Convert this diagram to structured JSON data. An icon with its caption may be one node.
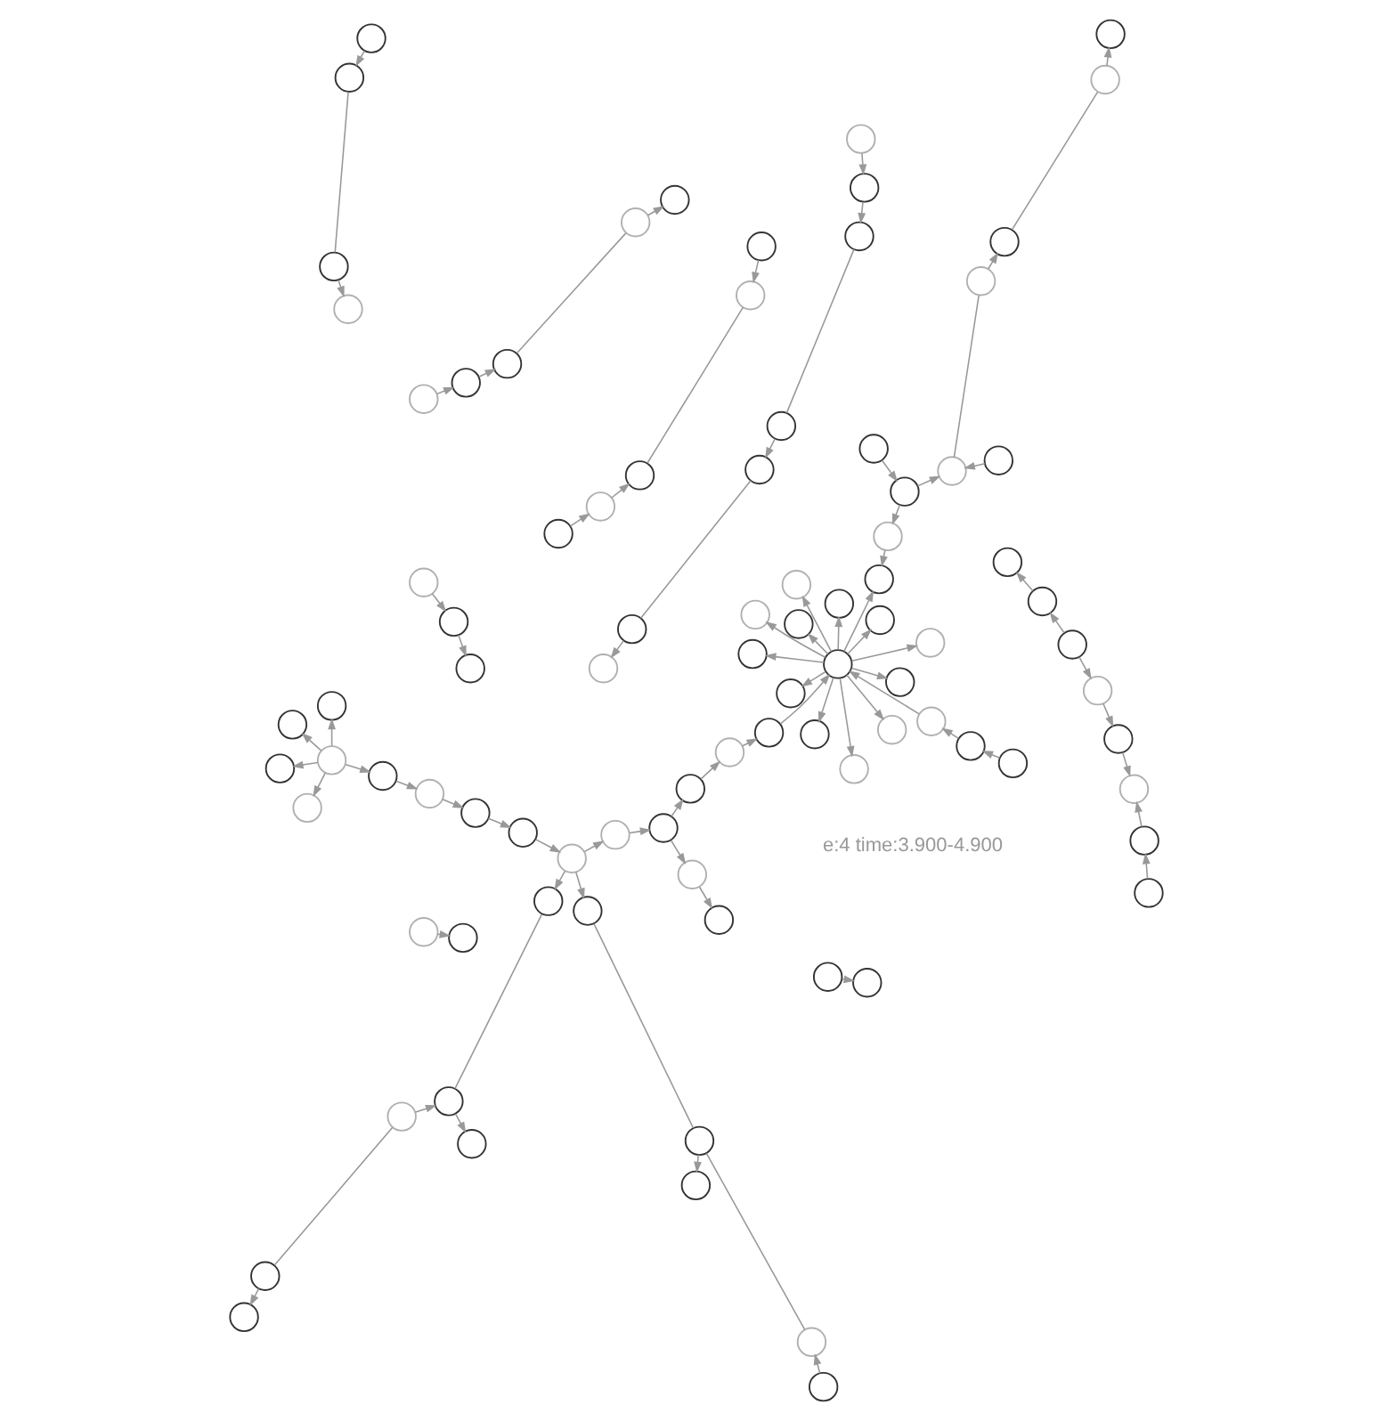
{
  "diagram": {
    "nodes": [
      {
        "text": [],
        "shape": "circle"
      },
      {
        "text": [],
        "shape": "circle"
      },
      {
        "text": [],
        "shape": "circle"
      },
      {
        "text": [],
        "shape": "circle"
      },
      {
        "text": [],
        "shape": "circle"
      },
      {
        "text": [],
        "shape": "circle"
      },
      {
        "text": [],
        "shape": "circle"
      },
      {
        "text": [],
        "shape": "circle"
      },
      {
        "text": [],
        "shape": "circle"
      },
      {
        "text": [],
        "shape": "circle"
      },
      {
        "text": [],
        "shape": "circle"
      },
      {
        "text": [],
        "shape": "circle"
      },
      {
        "text": [],
        "shape": "circle"
      },
      {
        "text": [],
        "shape": "circle"
      },
      {
        "text": [],
        "shape": "circle"
      },
      {
        "text": [],
        "shape": "circle"
      },
      {
        "text": [],
        "shape": "circle"
      },
      {
        "text": [],
        "shape": "circle"
      },
      {
        "text": [],
        "shape": "circle"
      },
      {
        "text": [],
        "shape": "circle"
      },
      {
        "text": [],
        "shape": "circle"
      },
      {
        "text": [],
        "shape": "circle"
      },
      {
        "text": [],
        "shape": "circle"
      },
      {
        "text": [],
        "shape": "circle"
      },
      {
        "text": [],
        "shape": "circle"
      },
      {
        "text": [],
        "shape": "circle"
      },
      {
        "text": [],
        "shape": "circle"
      },
      {
        "text": [],
        "shape": "circle"
      },
      {
        "text": [],
        "shape": "circle"
      },
      {
        "text": [],
        "shape": "circle"
      },
      {
        "text": [],
        "shape": "circle"
      },
      {
        "text": [],
        "shape": "circle"
      },
      {
        "text": [],
        "shape": "circle"
      },
      {
        "text": [],
        "shape": "circle"
      },
      {
        "text": [],
        "shape": "circle"
      },
      {
        "text": [],
        "shape": "circle"
      },
      {
        "text": [],
        "shape": "circle"
      },
      {
        "text": [],
        "shape": "circle"
      },
      {
        "text": [],
        "shape": "circle"
      },
      {
        "text": [],
        "shape": "circle"
      },
      {
        "text": [],
        "shape": "circle"
      },
      {
        "text": [],
        "shape": "circle"
      },
      {
        "text": [],
        "shape": "circle"
      },
      {
        "text": [],
        "shape": "circle"
      },
      {
        "text": [],
        "shape": "circle"
      },
      {
        "text": [],
        "shape": "circle"
      },
      {
        "text": [],
        "shape": "circle"
      },
      {
        "text": [],
        "shape": "circle"
      },
      {
        "text": [],
        "shape": "circle"
      },
      {
        "text": [],
        "shape": "circle"
      },
      {
        "text": [],
        "shape": "circle"
      },
      {
        "text": [],
        "shape": "circle"
      },
      {
        "text": [],
        "shape": "circle"
      },
      {
        "text": [],
        "shape": "circle"
      },
      {
        "text": [],
        "shape": "circle"
      },
      {
        "text": [],
        "shape": "circle"
      },
      {
        "text": [],
        "shape": "circle"
      },
      {
        "text": [],
        "shape": "circle"
      },
      {
        "text": [],
        "shape": "circle"
      },
      {
        "text": [],
        "shape": "circle"
      },
      {
        "text": [],
        "shape": "circle"
      },
      {
        "text": [],
        "shape": "circle"
      },
      {
        "text": [],
        "shape": "circle"
      },
      {
        "text": [],
        "shape": "circle"
      },
      {
        "text": [],
        "shape": "circle"
      },
      {
        "text": [],
        "shape": "circle"
      },
      {
        "text": [],
        "shape": "circle"
      },
      {
        "text": [],
        "shape": "circle"
      },
      {
        "text": [],
        "shape": "circle"
      },
      {
        "text": [],
        "shape": "circle"
      },
      {
        "text": [],
        "shape": "circle"
      },
      {
        "text": [],
        "shape": "circle"
      },
      {
        "text": [],
        "shape": "circle"
      },
      {
        "text": [],
        "shape": "circle"
      },
      {
        "text": [],
        "shape": "circle"
      },
      {
        "text": [],
        "shape": "circle"
      },
      {
        "text": [],
        "shape": "circle"
      },
      {
        "text": [],
        "shape": "circle"
      },
      {
        "text": [],
        "shape": "circle"
      },
      {
        "text": [],
        "shape": "circle"
      },
      {
        "text": [],
        "shape": "circle"
      },
      {
        "text": [],
        "shape": "circle"
      },
      {
        "text": [],
        "shape": "circle"
      },
      {
        "text": [],
        "shape": "circle"
      },
      {
        "text": [],
        "shape": "circle"
      },
      {
        "text": [],
        "shape": "circle"
      },
      {
        "text": [],
        "shape": "circle"
      },
      {
        "text": [],
        "shape": "circle"
      },
      {
        "text": [],
        "shape": "circle"
      },
      {
        "text": [],
        "shape": "circle"
      }
    ],
    "edges": [
      {
        "from": 0,
        "to": 1,
        "arrow": "to"
      },
      {
        "from": 2,
        "to": 3,
        "arrow": "to"
      },
      {
        "from": 3,
        "to": 4,
        "arrow": "to"
      },
      {
        "from": 5,
        "to": 6,
        "arrow": "to"
      },
      {
        "from": 7,
        "to": 8,
        "arrow": "to"
      },
      {
        "from": 8,
        "to": 9,
        "arrow": "to"
      },
      {
        "from": 10,
        "to": 11,
        "arrow": "to"
      },
      {
        "from": 12,
        "to": 13,
        "arrow": "to"
      },
      {
        "from": 14,
        "to": 15,
        "arrow": "to"
      },
      {
        "from": 15,
        "to": 16,
        "arrow": "to"
      },
      {
        "from": 17,
        "to": 18,
        "arrow": "to"
      },
      {
        "from": 19,
        "to": 20,
        "arrow": "to"
      },
      {
        "from": 21,
        "to": 22,
        "arrow": "to"
      },
      {
        "from": 23,
        "to": 24,
        "arrow": "to"
      },
      {
        "from": 24,
        "to": 25,
        "arrow": "to"
      },
      {
        "from": 26,
        "to": 27,
        "arrow": "to"
      },
      {
        "from": 28,
        "to": 29,
        "arrow": "to"
      },
      {
        "from": 30,
        "to": 31,
        "arrow": "to"
      },
      {
        "from": 32,
        "to": 33,
        "arrow": "to"
      },
      {
        "from": 33,
        "to": 34,
        "arrow": "to"
      },
      {
        "from": 35,
        "to": 36,
        "arrow": "to"
      },
      {
        "from": 37,
        "to": 38,
        "arrow": "to"
      },
      {
        "from": 39,
        "to": 40,
        "arrow": "to"
      },
      {
        "from": 41,
        "to": 42,
        "arrow": "to"
      },
      {
        "from": 43,
        "to": 44,
        "arrow": "to"
      },
      {
        "from": 45,
        "to": 46,
        "arrow": "to"
      },
      {
        "from": 46,
        "to": 47,
        "arrow": "to"
      },
      {
        "from": 0,
        "to": 25,
        "arrow": "none"
      },
      {
        "from": 2,
        "to": 30,
        "arrow": "none"
      },
      {
        "from": 5,
        "to": 20,
        "arrow": "none"
      },
      {
        "from": 9,
        "to": 38,
        "arrow": "none"
      },
      {
        "from": 12,
        "to": 44,
        "arrow": "none"
      },
      {
        "from": 16,
        "to": 41,
        "arrow": "none"
      },
      {
        "from": 1,
        "to": 28,
        "arrow": "none"
      },
      {
        "from": 6,
        "to": 35,
        "arrow": "none"
      },
      {
        "from": 10,
        "to": 22,
        "arrow": "none"
      },
      {
        "from": 48,
        "to": 49,
        "arrow": "to"
      },
      {
        "from": 48,
        "to": 50,
        "arrow": "to"
      },
      {
        "from": 49,
        "to": 51,
        "arrow": "to"
      },
      {
        "from": 50,
        "to": 52,
        "arrow": "to"
      },
      {
        "from": 53,
        "to": 54,
        "arrow": "to"
      },
      {
        "from": 53,
        "to": 55,
        "arrow": "to"
      },
      {
        "from": 53,
        "to": 56,
        "arrow": "to"
      },
      {
        "from": 53,
        "to": 57,
        "arrow": "to"
      },
      {
        "from": 53,
        "to": 58,
        "arrow": "to"
      },
      {
        "from": 58,
        "to": 59,
        "arrow": "to"
      },
      {
        "from": 59,
        "to": 60,
        "arrow": "to"
      },
      {
        "from": 60,
        "to": 61,
        "arrow": "to"
      },
      {
        "from": 61,
        "to": 62,
        "arrow": "to"
      },
      {
        "from": 62,
        "to": 63,
        "arrow": "to"
      },
      {
        "from": 62,
        "to": 64,
        "arrow": "to"
      },
      {
        "from": 62,
        "to": 65,
        "arrow": "to"
      },
      {
        "from": 65,
        "to": 66,
        "arrow": "to"
      },
      {
        "from": 66,
        "to": 67,
        "arrow": "to"
      },
      {
        "from": 67,
        "to": 68,
        "arrow": "to"
      },
      {
        "from": 68,
        "to": 69,
        "arrow": "to"
      },
      {
        "from": 69,
        "to": 70,
        "arrow": "to"
      },
      {
        "from": 70,
        "to": 71,
        "arrow": "to"
      },
      {
        "from": 70,
        "to": 72,
        "arrow": "to"
      },
      {
        "from": 70,
        "to": 73,
        "arrow": "to"
      },
      {
        "from": 70,
        "to": 74,
        "arrow": "to"
      },
      {
        "from": 70,
        "to": 75,
        "arrow": "to"
      },
      {
        "from": 70,
        "to": 76,
        "arrow": "to"
      },
      {
        "from": 70,
        "to": 77,
        "arrow": "to"
      },
      {
        "from": 70,
        "to": 78,
        "arrow": "to"
      },
      {
        "from": 70,
        "to": 79,
        "arrow": "to"
      },
      {
        "from": 70,
        "to": 80,
        "arrow": "to"
      },
      {
        "from": 70,
        "to": 81,
        "arrow": "to"
      },
      {
        "from": 70,
        "to": 82,
        "arrow": "to"
      },
      {
        "from": 70,
        "to": 83,
        "arrow": "to"
      },
      {
        "from": 84,
        "to": 85,
        "arrow": "to"
      },
      {
        "from": 85,
        "to": 86,
        "arrow": "to"
      },
      {
        "from": 86,
        "to": 70,
        "arrow": "to"
      },
      {
        "from": 87,
        "to": 88,
        "arrow": "to"
      },
      {
        "from": 88,
        "to": 89,
        "arrow": "to"
      },
      {
        "from": 89,
        "to": 73,
        "arrow": "to"
      },
      {
        "from": 63,
        "to": 3,
        "arrow": "none"
      },
      {
        "from": 64,
        "to": 12,
        "arrow": "none"
      },
      {
        "from": 52,
        "to": 47,
        "arrow": "to"
      },
      {
        "from": 88,
        "to": 20,
        "arrow": "to"
      },
      {
        "from": 66,
        "to": 26,
        "arrow": "to"
      }
    ],
    "labels": [
      "e:4 time:3.900-4.900"
    ]
  }
}
